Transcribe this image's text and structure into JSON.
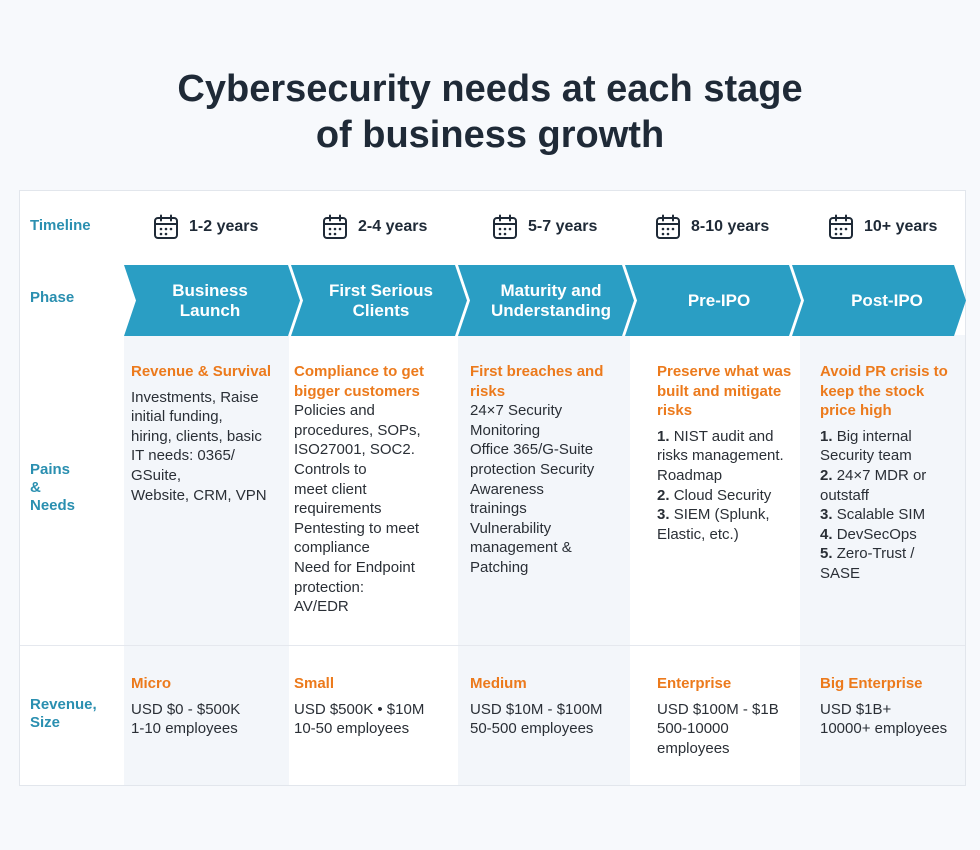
{
  "title_line1": "Cybersecurity needs at each stage",
  "title_line2": "of business growth",
  "row_labels": {
    "timeline": "Timeline",
    "phase": "Phase",
    "pains_1": "Pains",
    "pains_2": "&",
    "pains_3": "Needs",
    "revenue_1": "Revenue,",
    "revenue_2": "Size"
  },
  "colors": {
    "accent_teal": "#2a9ec4",
    "label_teal": "#2a8fb0",
    "orange": "#ec7a1c"
  },
  "stages": [
    {
      "timeline": "1-2 years",
      "phase_1": "Business",
      "phase_2": "Launch",
      "pain_head_1": "Revenue & Survival",
      "pain_head_2": "",
      "pain_lines": [
        "Investments, Raise",
        "initial funding,",
        "hiring, clients, basic",
        "IT needs: 0365/",
        "GSuite,",
        "Website, CRM, VPN"
      ],
      "size": "Micro",
      "revenue": "USD $0 - $500K",
      "employees_1": "1-10 employees",
      "employees_2": ""
    },
    {
      "timeline": "2-4 years",
      "phase_1": "First Serious",
      "phase_2": "Clients",
      "pain_head_1": "Compliance to get",
      "pain_head_2": "bigger customers",
      "pain_lines": [
        "Policies and",
        "procedures, SOPs,",
        "ISO27001, SOC2.",
        "Controls to",
        "meet client",
        "requirements",
        "Pentesting to meet",
        "compliance",
        "Need for Endpoint",
        "protection:",
        "AV/EDR"
      ],
      "size": "Small",
      "revenue": "USD $500K • $10M",
      "employees_1": "10-50 employees",
      "employees_2": ""
    },
    {
      "timeline": "5-7 years",
      "phase_1": "Maturity and",
      "phase_2": "Understanding",
      "pain_head_1": "First breaches and",
      "pain_head_2": "risks",
      "pain_lines": [
        "24×7 Security",
        "Monitoring",
        "Office 365/G-Suite",
        "protection Security",
        "Awareness",
        "trainings",
        "Vulnerability",
        "management &",
        "Patching"
      ],
      "size": "Medium",
      "revenue": "USD $10M - $100M",
      "employees_1": "50-500 employees",
      "employees_2": ""
    },
    {
      "timeline": "8-10 years",
      "phase_1": "Pre-IPO",
      "phase_2": "",
      "pain_head_1": "Preserve what was",
      "pain_head_2": "built and mitigate",
      "pain_head_3": "risks",
      "pain_items": [
        {
          "num": "1.",
          "lines": [
            "NIST audit and",
            "risks management.",
            "Roadmap"
          ]
        },
        {
          "num": "2.",
          "lines": [
            "Cloud Security"
          ]
        },
        {
          "num": "3.",
          "lines": [
            "SIEM (Splunk,",
            "Elastic, etc.)"
          ]
        }
      ],
      "size": "Enterprise",
      "revenue": "USD $100M - $1B",
      "employees_1": "500-10000",
      "employees_2": "employees"
    },
    {
      "timeline": "10+ years",
      "phase_1": "Post-IPO",
      "phase_2": "",
      "pain_head_1": "Avoid PR crisis to",
      "pain_head_2": "keep the stock",
      "pain_head_3": "price high",
      "pain_items": [
        {
          "num": "1.",
          "lines": [
            "Big internal",
            "Security team"
          ]
        },
        {
          "num": "2.",
          "lines": [
            "24×7 MDR or",
            "outstaff"
          ]
        },
        {
          "num": "3.",
          "lines": [
            "Scalable SIM"
          ]
        },
        {
          "num": "4.",
          "lines": [
            "DevSecOps"
          ]
        },
        {
          "num": "5.",
          "lines": [
            "Zero-Trust /",
            "SASE"
          ]
        }
      ],
      "size": "Big Enterprise",
      "revenue": "USD $1B+",
      "employees_1": "10000+ employees",
      "employees_2": ""
    }
  ]
}
